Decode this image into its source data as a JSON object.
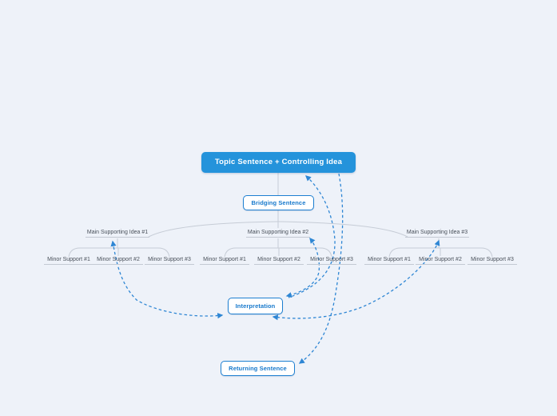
{
  "app": "mind-map-canvas",
  "colors": {
    "background": "#eef2f9",
    "root_fill": "#2493db",
    "root_text": "#ffffff",
    "outlined_border": "#1d7fd1",
    "outlined_text": "#1779cc",
    "connection_dashed": "#2e86d4",
    "tree_line": "#c6ccd6",
    "line_node_text": "#49505a"
  },
  "nodes": {
    "root": {
      "label": "Topic Sentence + Controlling Idea"
    },
    "bridging": {
      "label": "Bridging Sentence"
    },
    "interpretation": {
      "label": "Interpretation"
    },
    "returning": {
      "label": "Returning Sentence"
    },
    "groups": [
      {
        "label": "Main Supporting Idea #1",
        "children": [
          "Minor Support #1",
          "Minor Support #2",
          "Minor Support #3"
        ]
      },
      {
        "label": "Main Supporting Idea #2",
        "children": [
          "Minor Support #1",
          "Minor Support #2",
          "Minor Support #3"
        ]
      },
      {
        "label": "Main Supporting Idea #3",
        "children": [
          "Minor Support #1",
          "Minor Support #2",
          "Minor Support #3"
        ]
      }
    ]
  },
  "connections": [
    {
      "from": "Interpretation",
      "to": "Main Supporting Idea #1",
      "style": "blue-dashed-arrow"
    },
    {
      "from": "Interpretation",
      "to": "Main Supporting Idea #2",
      "style": "blue-dashed-arrow"
    },
    {
      "from": "Interpretation",
      "to": "Main Supporting Idea #3",
      "style": "blue-dashed-arrow"
    },
    {
      "from": "Interpretation",
      "to": "Topic Sentence + Controlling Idea",
      "style": "blue-dashed-arrow"
    },
    {
      "from": "Topic Sentence + Controlling Idea",
      "to": "Returning Sentence",
      "style": "blue-dashed-arrow"
    }
  ]
}
